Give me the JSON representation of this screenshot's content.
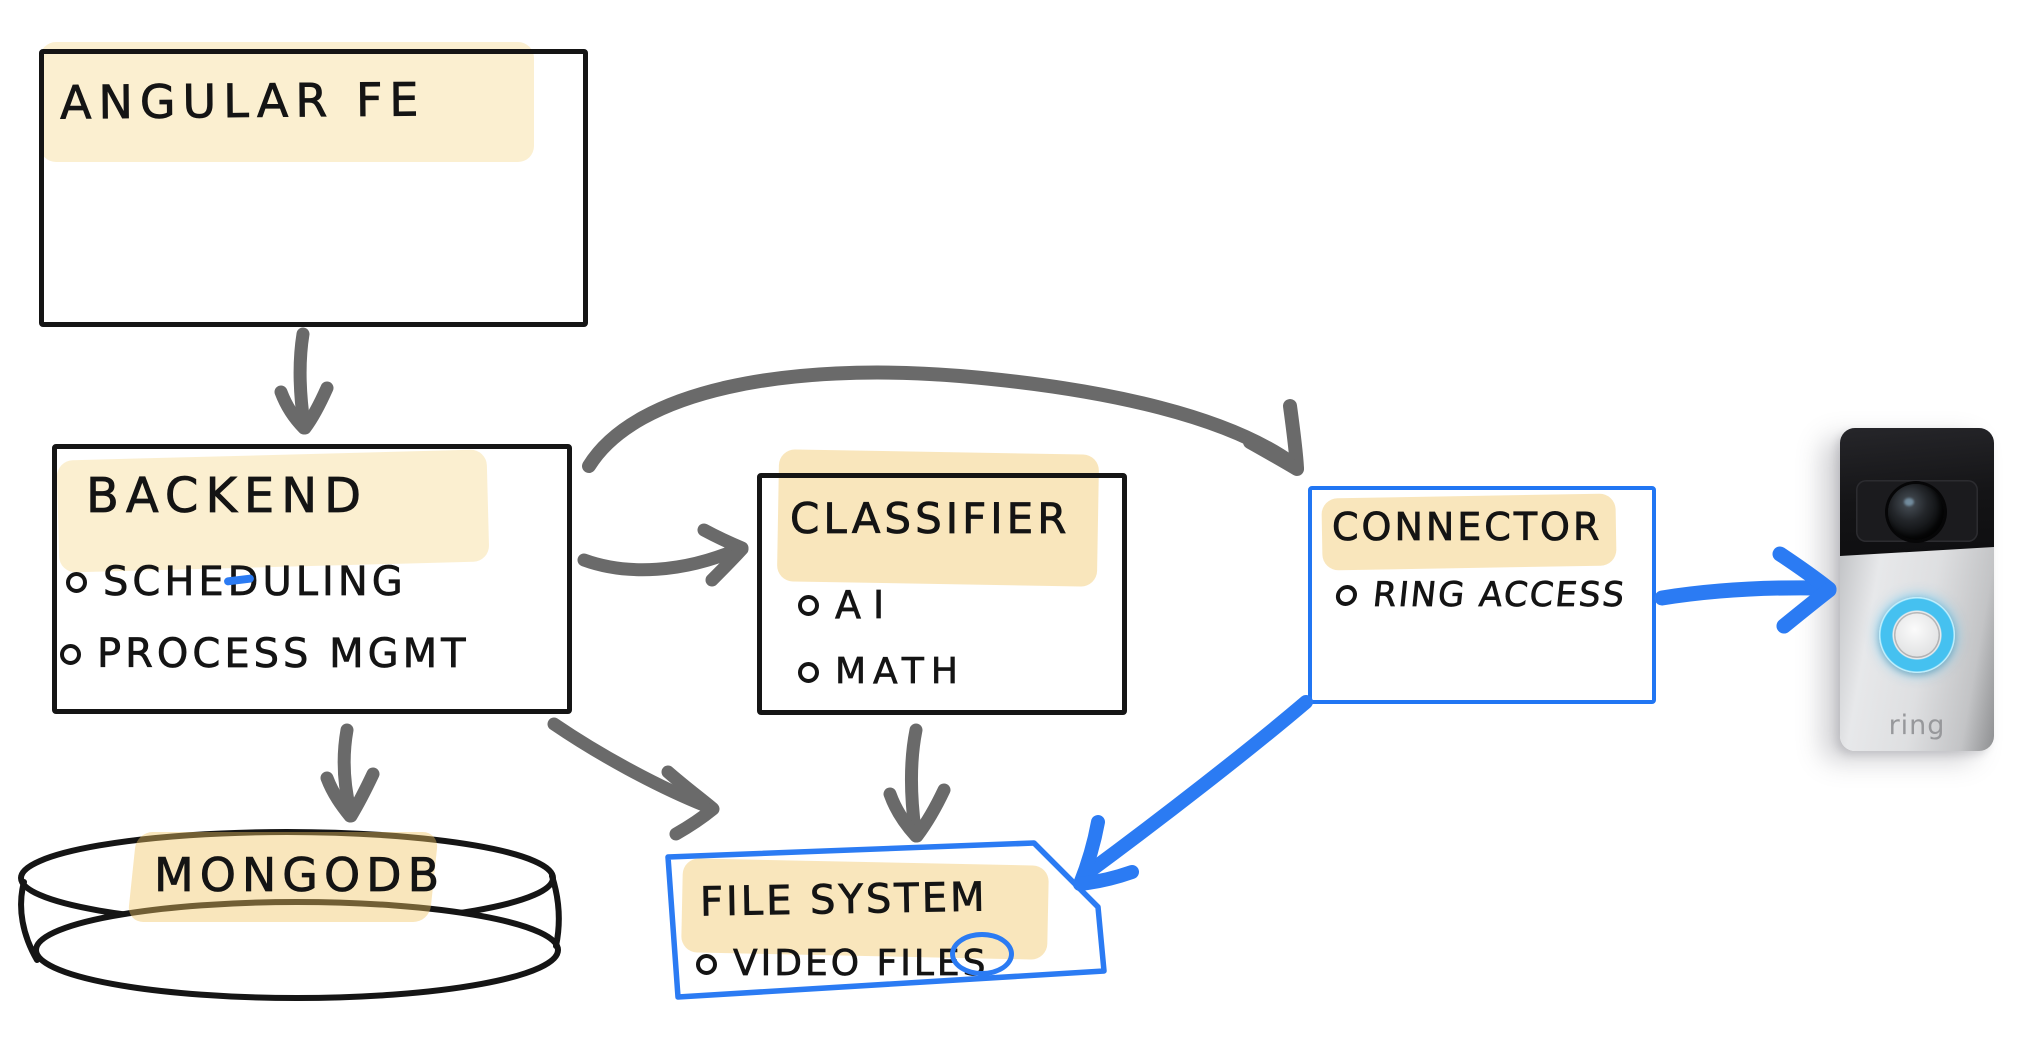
{
  "colors": {
    "background": "#ffffff",
    "ink_black": "#151515",
    "arrow_gray": "#6a6a6a",
    "marker_blue": "#2176f3",
    "highlight_cream": "#fbeed5",
    "doorbell_button_blue": "#45c1f0"
  },
  "nodes": {
    "angular_fe": {
      "title": "ANGULAR FE"
    },
    "backend": {
      "title": "BACKEND",
      "items": [
        "SCHEDULING",
        "PROCESS MGMT"
      ]
    },
    "classifier": {
      "title": "CLASSIFIER",
      "items": [
        "AI",
        "MATH"
      ]
    },
    "connector": {
      "title": "CONNECTOR",
      "items": [
        "RING ACCESS"
      ]
    },
    "mongodb": {
      "title": "MONGODB"
    },
    "file_system": {
      "title": "FILE SYSTEM",
      "items": [
        "VIDEO FILES"
      ]
    },
    "ring_device": {
      "brand_label": "ring"
    }
  },
  "edges": [
    {
      "id": "angular-fe-to-backend",
      "from": "angular_fe",
      "to": "backend",
      "style": "gray-marker"
    },
    {
      "id": "backend-to-classifier",
      "from": "backend",
      "to": "classifier",
      "style": "gray-marker"
    },
    {
      "id": "backend-to-connector-arc",
      "from": "backend",
      "to": "connector",
      "style": "gray-marker"
    },
    {
      "id": "backend-to-mongodb",
      "from": "backend",
      "to": "mongodb",
      "style": "gray-marker"
    },
    {
      "id": "backend-to-file-system",
      "from": "backend",
      "to": "file_system",
      "style": "gray-marker"
    },
    {
      "id": "classifier-to-file-system",
      "from": "classifier",
      "to": "file_system",
      "style": "gray-marker"
    },
    {
      "id": "connector-to-file-system",
      "from": "connector",
      "to": "file_system",
      "style": "blue-marker"
    },
    {
      "id": "connector-to-ring-device",
      "from": "connector",
      "to": "ring_device",
      "style": "blue-marker"
    }
  ],
  "annotations": [
    {
      "type": "blue-tick",
      "on": "SCHEDULING"
    },
    {
      "type": "blue-oval",
      "on": "VIDEO FILES"
    }
  ]
}
